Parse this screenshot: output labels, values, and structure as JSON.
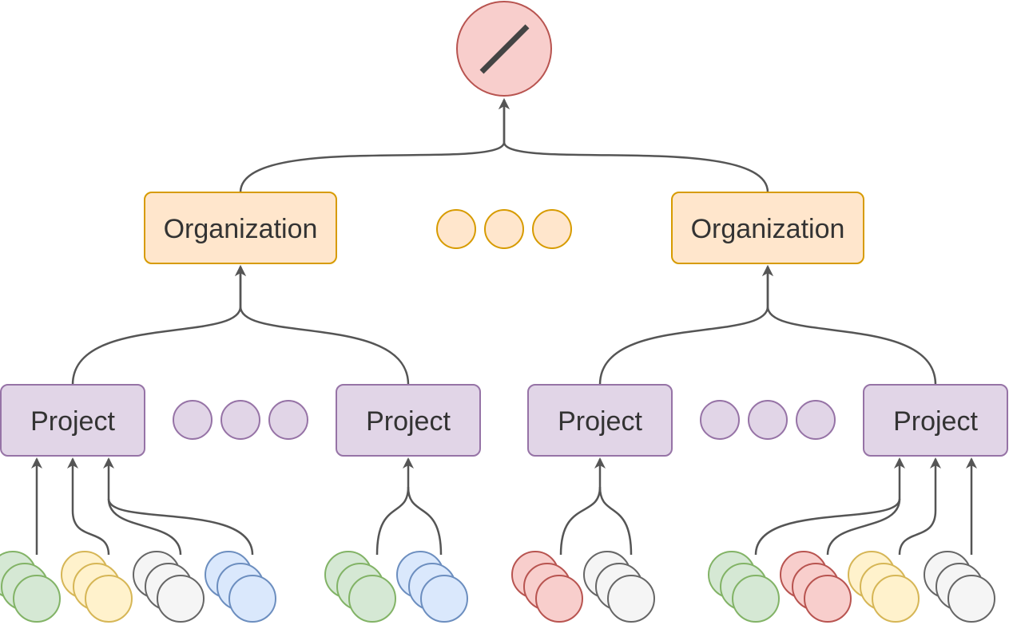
{
  "root": {
    "symbol": "/",
    "fill": "#f8cecc",
    "stroke": "#b85450"
  },
  "organization": {
    "label": "Organization",
    "fill": "#ffe6cc",
    "stroke": "#d79b00",
    "count_shown": 2
  },
  "project": {
    "label": "Project",
    "fill": "#e1d5e7",
    "stroke": "#9673a6",
    "count_shown": 4
  },
  "ellipsis": {
    "dots": 3
  },
  "colors": {
    "edge": "#555555",
    "green": {
      "fill": "#d5e8d4",
      "stroke": "#82b366"
    },
    "yellow": {
      "fill": "#fff2cc",
      "stroke": "#d6b656"
    },
    "gray": {
      "fill": "#f5f5f5",
      "stroke": "#666666"
    },
    "blue": {
      "fill": "#dae8fc",
      "stroke": "#6c8ebf"
    },
    "red": {
      "fill": "#f8cecc",
      "stroke": "#b85450"
    }
  },
  "leaf_groups": [
    {
      "project_index": 0,
      "stacks": [
        "green",
        "yellow",
        "gray",
        "blue"
      ]
    },
    {
      "project_index": 1,
      "stacks": [
        "green",
        "blue"
      ]
    },
    {
      "project_index": 2,
      "stacks": [
        "red",
        "gray"
      ]
    },
    {
      "project_index": 3,
      "stacks": [
        "green",
        "red",
        "yellow",
        "gray"
      ]
    }
  ]
}
